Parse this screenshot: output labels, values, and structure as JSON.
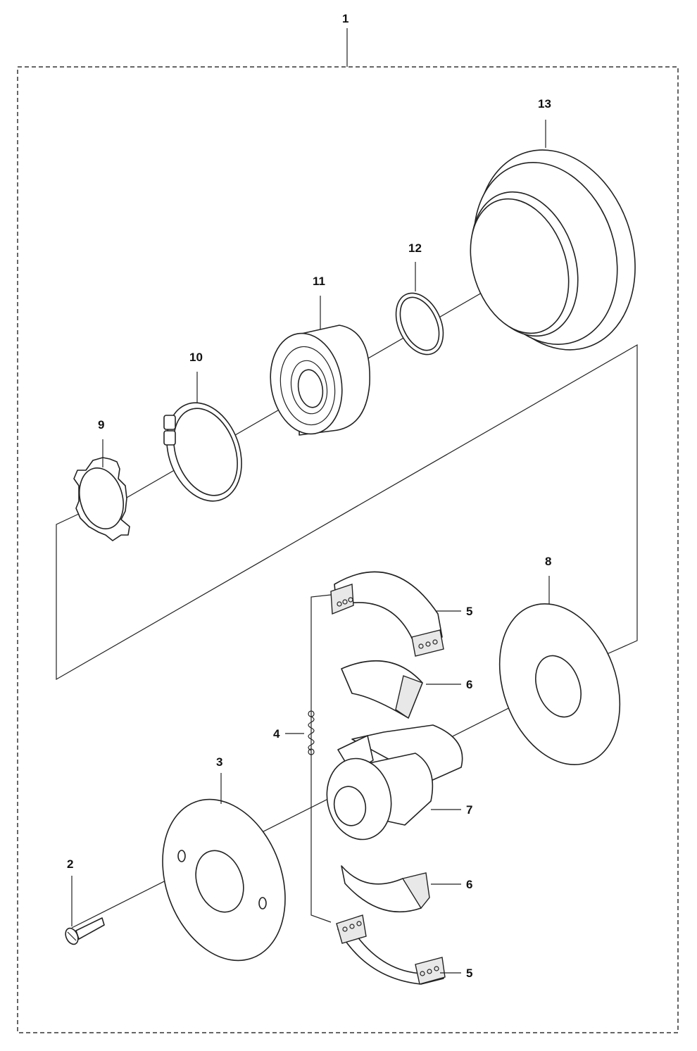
{
  "diagram": {
    "callouts": {
      "p1": "1",
      "p2": "2",
      "p3": "3",
      "p4": "4",
      "p5a": "5",
      "p5b": "5",
      "p6a": "6",
      "p6b": "6",
      "p7": "7",
      "p8": "8",
      "p9": "9",
      "p10": "10",
      "p11": "11",
      "p12": "12",
      "p13": "13"
    }
  }
}
